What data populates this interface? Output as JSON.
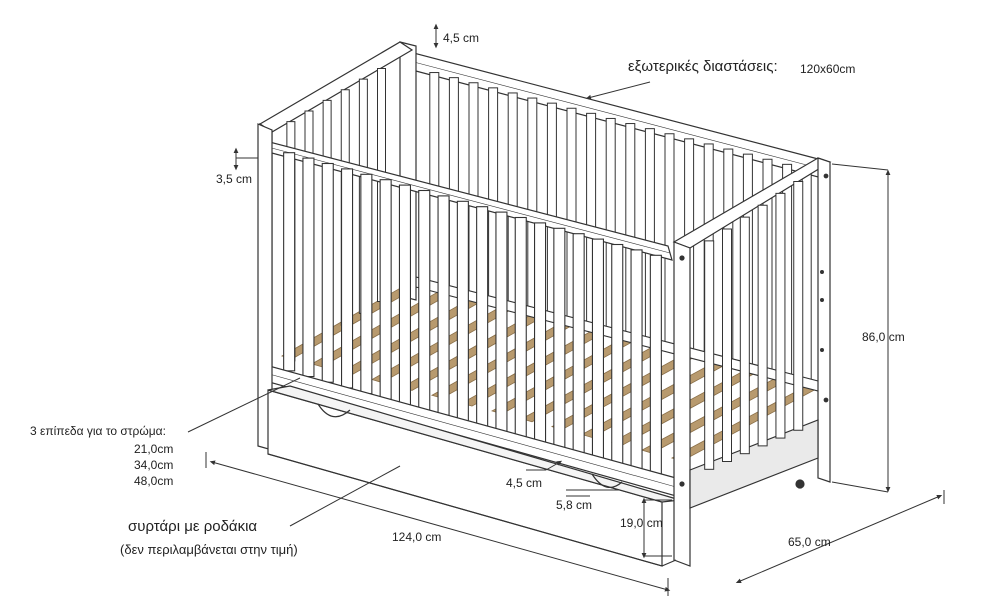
{
  "labels": {
    "top_rail_thickness": "4,5 cm",
    "outer_dimensions_title": "εξωτερικές διαστάσεις:",
    "outer_dimensions_value": "120x60cm",
    "side_rail_thickness": "3,5 cm",
    "height": "86,0 cm",
    "mattress_levels_title": "3 επίπεδα για το στρώμα:",
    "mattress_level_1": "21,0cm",
    "mattress_level_2": "34,0cm",
    "mattress_level_3": "48,0cm",
    "slat_width": "4,5 cm",
    "slat_gap": "5,8 cm",
    "drawer_height": "19,0 cm",
    "drawer_title": "συρτάρι με ροδάκια",
    "drawer_note": "(δεν περιλαμβάνεται στην τιμή)",
    "length": "124,0 cm",
    "depth": "65,0 cm"
  },
  "colors": {
    "line": "#333333",
    "wood_slat": "#b89a6e",
    "wood_slat_dark": "#8a6f48",
    "frame_fill": "#ffffff",
    "shadow": "#d9d9d9"
  }
}
